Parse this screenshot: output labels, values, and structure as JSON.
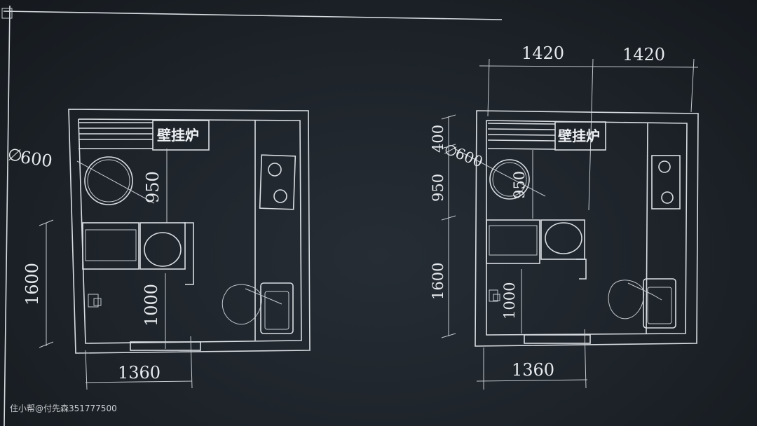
{
  "left_plan": {
    "boiler_label": "壁挂炉",
    "dim_diameter": "600",
    "dim_950": "950",
    "dim_1600": "1600",
    "dim_1000": "1000",
    "dim_1360": "1360"
  },
  "right_plan": {
    "boiler_label": "壁挂炉",
    "dim_1420_a": "1420",
    "dim_1420_b": "1420",
    "dim_400": "400",
    "dim_diameter": "600",
    "dim_950_outer": "950",
    "dim_950_inner": "950",
    "dim_1600": "1600",
    "dim_1000": "1000",
    "dim_1360": "1360"
  },
  "watermark": "住小帮@付先森351777500",
  "colors": {
    "background": "#1d2329",
    "lines": "#d8dde2"
  }
}
